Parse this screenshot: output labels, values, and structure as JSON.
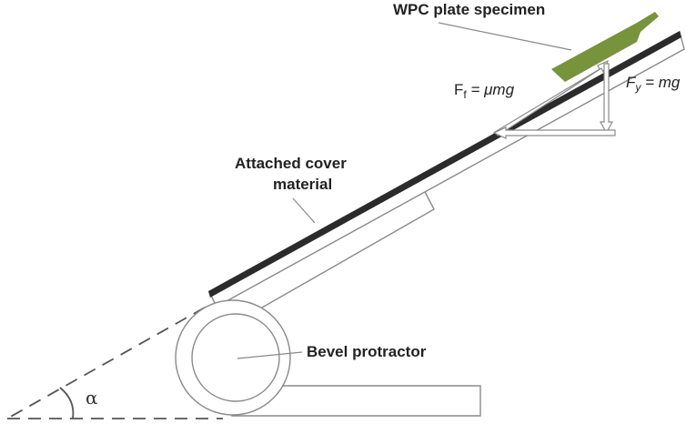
{
  "labels": {
    "specimen": "WPC plate specimen",
    "cover_line1": "Attached cover",
    "cover_line2": "material",
    "protractor": "Bevel protractor",
    "angle": "α"
  },
  "forces": {
    "friction": {
      "symbol": "F",
      "subscript": "f",
      "rhs": " = μmg"
    },
    "weight": {
      "symbol": "F",
      "subscript": "y",
      "rhs": " = mg"
    }
  },
  "colors": {
    "outline": "#8a8a8a",
    "fill": "#ffffff",
    "cover": "#2b2b2b",
    "specimen": "#77933c",
    "dash": "#555555"
  }
}
